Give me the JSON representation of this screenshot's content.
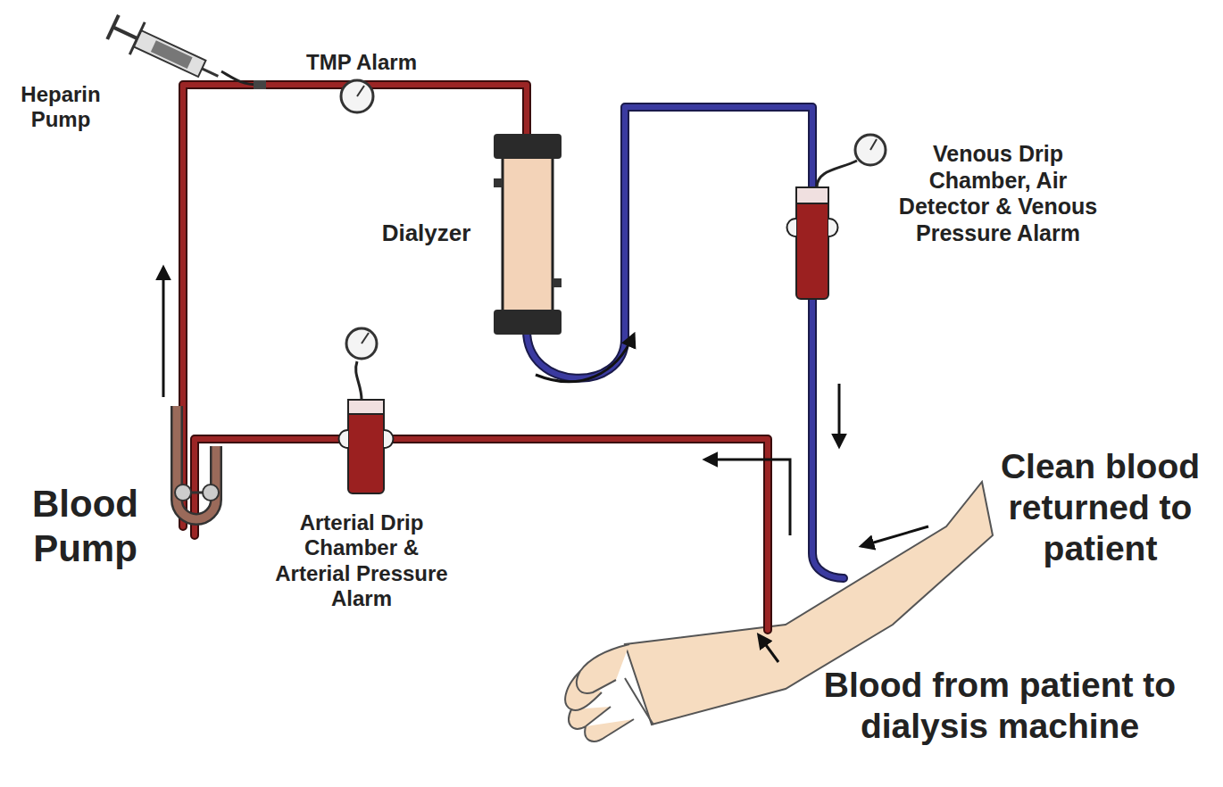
{
  "diagram": {
    "labels": [
      "Heparin Pump",
      "TMP Alarm",
      "Dialyzer",
      "Venous Drip Chamber, Air Detector & Venous Pressure Alarm",
      "Blood Pump",
      "Arterial Drip Chamber & Arterial Pressure Alarm",
      "Clean blood returned to patient",
      "Blood from patient to dialysis machine"
    ]
  }
}
